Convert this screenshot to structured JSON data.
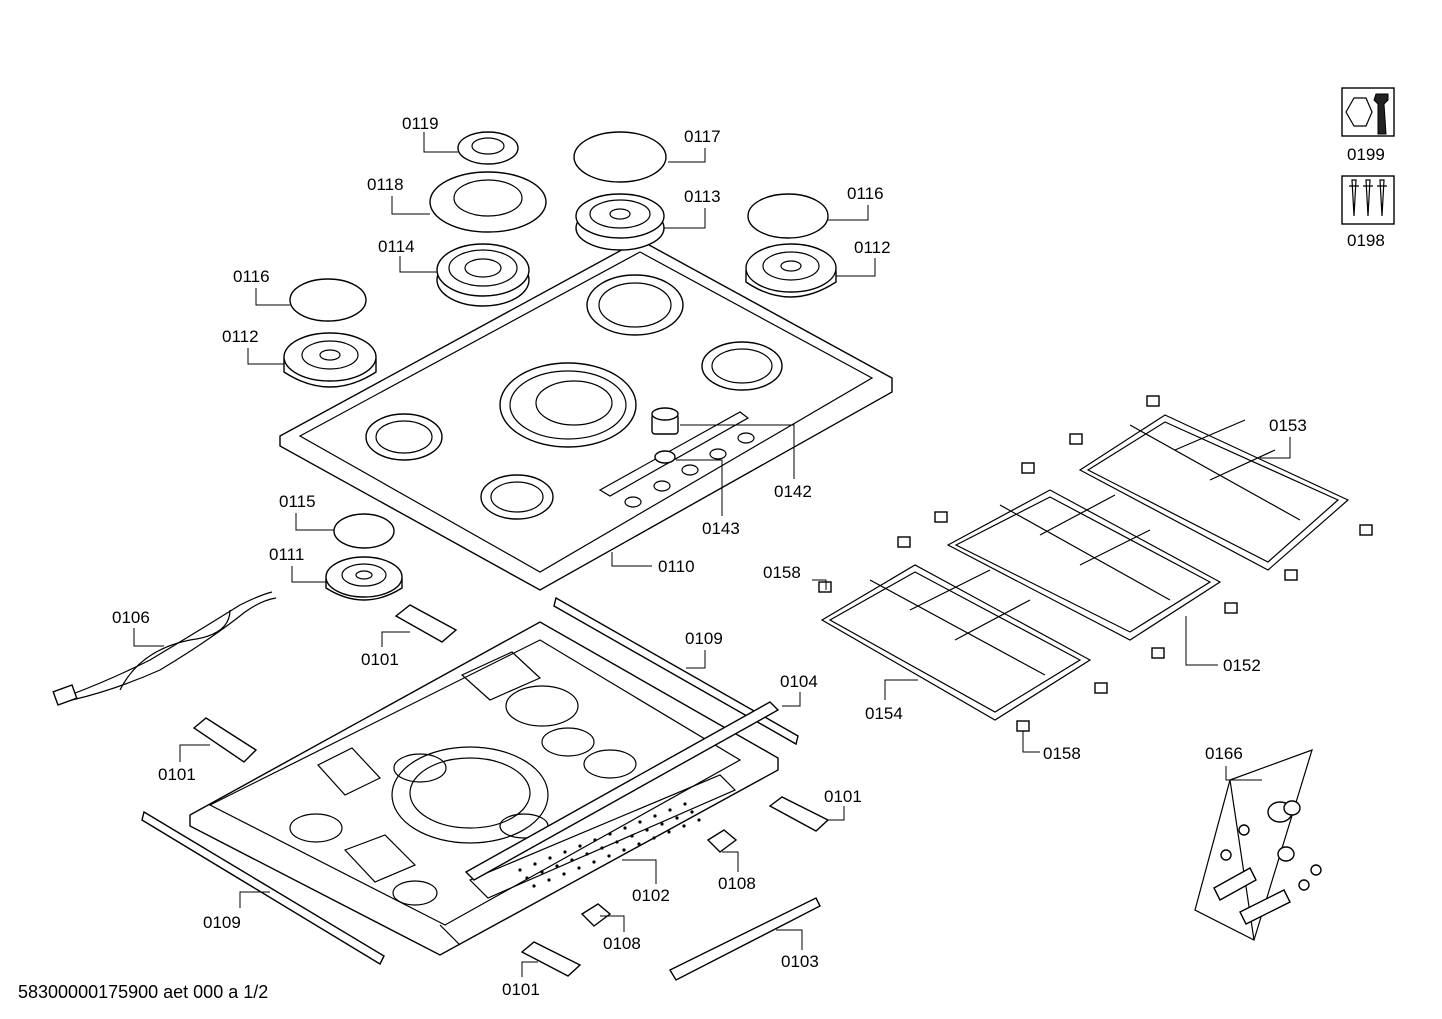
{
  "labels": {
    "l0119": "0119",
    "l0117": "0117",
    "l0118": "0118",
    "l0113": "0113",
    "l0116a": "0116",
    "l0116b": "0116",
    "l0114": "0114",
    "l0112a": "0112",
    "l0112b": "0112",
    "l0142": "0142",
    "l0143": "0143",
    "l0115": "0115",
    "l0111": "0111",
    "l0110": "0110",
    "l0153": "0153",
    "l0158a": "0158",
    "l0158b": "0158",
    "l0152": "0152",
    "l0154": "0154",
    "l0106": "0106",
    "l0101a": "0101",
    "l0101b": "0101",
    "l0101c": "0101",
    "l0101d": "0101",
    "l0109a": "0109",
    "l0109b": "0109",
    "l0104": "0104",
    "l0102": "0102",
    "l0108a": "0108",
    "l0108b": "0108",
    "l0103": "0103",
    "l0166": "0166",
    "l0199": "0199",
    "l0198": "0198"
  },
  "icons": {
    "tool_icon": "wrench-nut-icon",
    "screws_icon": "screws-icon"
  },
  "footer": "58300000175900 aet 000 a 1/2"
}
